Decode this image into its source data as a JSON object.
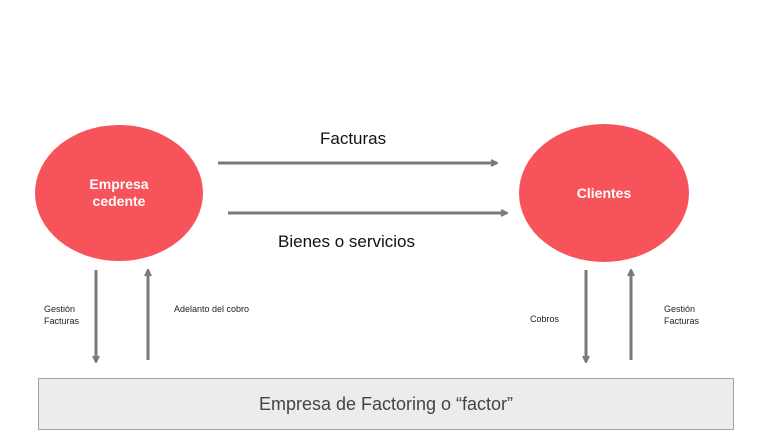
{
  "nodes": {
    "cedente": "Empresa\ncedente",
    "clientes": "Clientes",
    "factor": "Empresa de Factoring o “factor”"
  },
  "flows": {
    "facturas": "Facturas",
    "bienes": "Bienes o servicios",
    "gestion_left": "Gestión\nFacturas",
    "adelanto": "Adelanto del cobro",
    "cobros": "Cobros",
    "gestion_right": "Gestión\nFacturas"
  },
  "colors": {
    "node_fill": "#f7535a",
    "arrow": "#777b80",
    "factor_fill": "#ececec",
    "factor_border": "#9aa6b5"
  }
}
